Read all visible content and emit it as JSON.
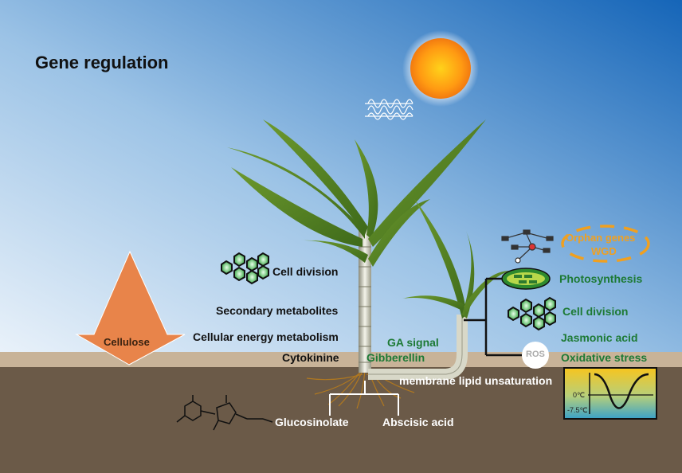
{
  "title": "Gene regulation",
  "arrow_label": "Cellulose",
  "labels": {
    "cell_division_left": "Cell division",
    "secondary_metabolites": "Secondary metabolites",
    "cellular_energy": "Cellular energy metabolism",
    "cytokinine": "Cytokinine",
    "ga_signal": "GA signal",
    "gibberellin": "Gibberellin",
    "membrane_lipid": "membrane lipid unsaturation",
    "glucosinolate": "Glucosinolate",
    "abscisic_acid": "Abscisic acid",
    "orphan_genes": "Orphan genes",
    "wgd": "WGD",
    "photosynthesis": "Photosynthesis",
    "cell_division_right": "Cell division",
    "jasmonic_acid": "Jasmonic acid",
    "oxidative_stress": "Oxidative stress",
    "ros": "ROS"
  },
  "temperature_inset": {
    "ticks": [
      "0℃",
      "-7.5℃"
    ]
  },
  "colors": {
    "sky_top": "#1d6fbf",
    "sky_bottom": "#dbe9f5",
    "soil": "#6b5a48",
    "ground_strip": "#c9b49a",
    "arrow": "#e8844a",
    "green_text": "#1d7a35",
    "orange_text": "#f0a020"
  }
}
